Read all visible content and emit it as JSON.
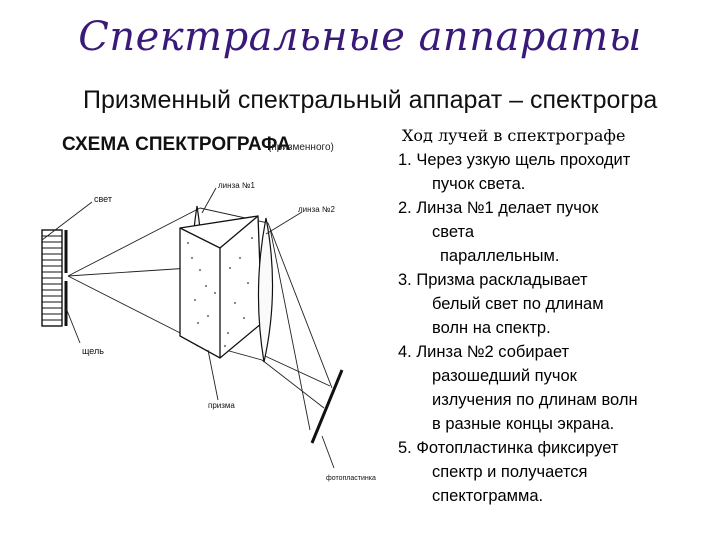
{
  "slide": {
    "title": "Спектральные аппараты",
    "subtitle": "Призменный спектральный аппарат – спектрогра"
  },
  "diagram": {
    "heading_main": "СХЕМА  СПЕКТРОГРАФА",
    "heading_note": "(призменного)",
    "labels": {
      "light": "свет",
      "lens1": "линза №1",
      "lens2": "линза №2",
      "slit": "щель",
      "prism": "призма",
      "plate": "фотопластинка"
    }
  },
  "sidebar": {
    "heading": "Ход лучей в спектрографе",
    "steps": [
      {
        "first": "1. Через узкую щель проходит",
        "cont": [
          "пучок света."
        ]
      },
      {
        "first": "2. Линза №1 делает пучок",
        "cont": [
          "света",
          "параллельным."
        ]
      },
      {
        "first": "3. Призма раскладывает",
        "cont": [
          "белый свет по длинам",
          "волн на спектр."
        ]
      },
      {
        "first": "4. Линза №2 собирает",
        "cont": [
          "разошедший пучок",
          "излучения по длинам волн",
          "в разные концы экрана."
        ]
      },
      {
        "first": "5. Фотопластинка фиксирует",
        "cont": [
          "спектр и получается",
          "спектограмма."
        ]
      }
    ]
  }
}
